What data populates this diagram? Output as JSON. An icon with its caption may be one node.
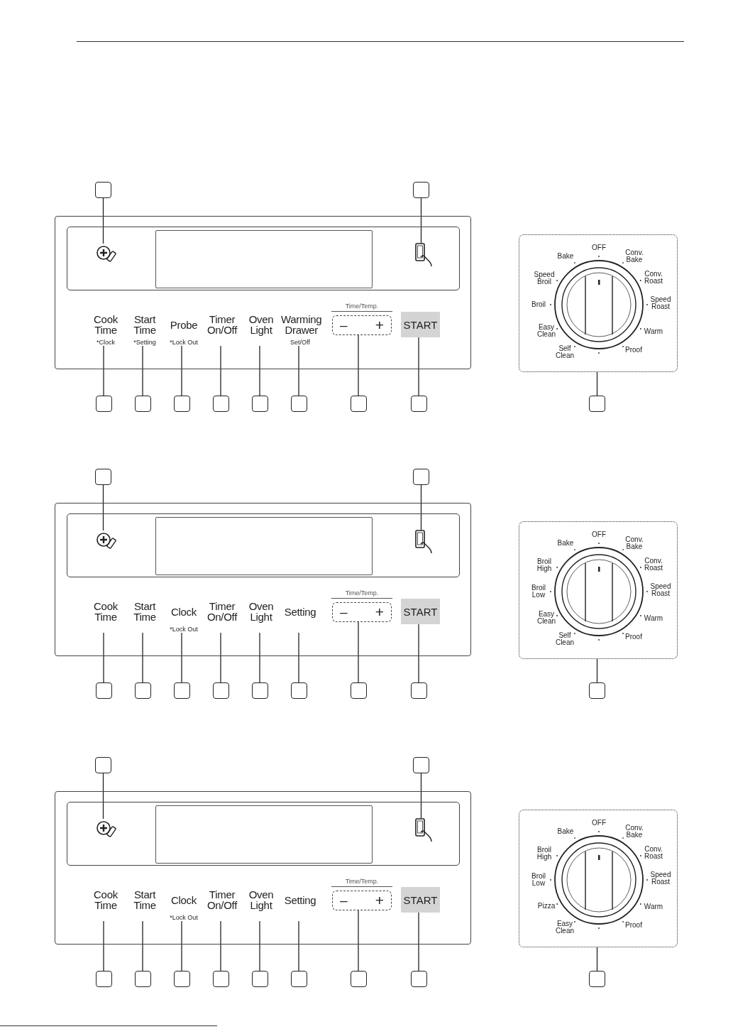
{
  "diagram": {
    "nodes": [
      {
        "text": [],
        "shape": "box"
      },
      {
        "text": [],
        "shape": "box",
        "in": 0
      },
      {
        "text": [],
        "shape": "box",
        "in": 1
      },
      {
        "text": [],
        "shape": "icon",
        "in": 1
      },
      {
        "text": [],
        "shape": "icon",
        "in": 1
      },
      {
        "text": [
          "Cook Time",
          "*Clock"
        ],
        "in": 0
      },
      {
        "text": [
          "Start Time",
          "*Setting"
        ],
        "in": 0
      },
      {
        "text": [
          "Probe",
          "*Lock Out"
        ],
        "in": 0
      },
      {
        "text": [
          "Timer On/Off"
        ],
        "in": 0
      },
      {
        "text": [
          "Oven Light"
        ],
        "in": 0
      },
      {
        "text": [
          "Warming Drawer",
          "Set/Off"
        ],
        "in": 0
      },
      {
        "text": [
          "Time/Temp.",
          "–",
          "+"
        ],
        "in": 0
      },
      {
        "text": [
          "START"
        ],
        "in": 0
      },
      {
        "text": [
          "OFF",
          "Conv. Bake",
          "Conv. Roast",
          "Speed Roast",
          "Warm",
          "Proof",
          "Self Clean",
          "Easy Clean",
          "Broil",
          "Speed Broil",
          "Bake"
        ]
      },
      {
        "text": [],
        "shape": "box"
      },
      {
        "text": [],
        "shape": "box"
      },
      {
        "text": [],
        "shape": "box"
      },
      {
        "text": [],
        "shape": "box"
      },
      {
        "text": [],
        "shape": "box"
      },
      {
        "text": [],
        "shape": "box"
      },
      {
        "text": [],
        "shape": "box"
      },
      {
        "text": [],
        "shape": "box"
      },
      {
        "text": [],
        "shape": "box"
      },
      {
        "text": [],
        "shape": "box"
      },
      {
        "text": [],
        "shape": "box"
      },
      {
        "text": [],
        "shape": "box"
      },
      {
        "text": [],
        "shape": "box",
        "in": 25
      },
      {
        "text": [],
        "shape": "box",
        "in": 26
      },
      {
        "text": [],
        "shape": "icon",
        "in": 26
      },
      {
        "text": [],
        "shape": "icon",
        "in": 26
      },
      {
        "text": [
          "Cook Time"
        ],
        "in": 25
      },
      {
        "text": [
          "Start Time"
        ],
        "in": 25
      },
      {
        "text": [
          "Clock",
          "*Lock Out"
        ],
        "in": 25
      },
      {
        "text": [
          "Timer On/Off"
        ],
        "in": 25
      },
      {
        "text": [
          "Oven Light"
        ],
        "in": 25
      },
      {
        "text": [
          "Setting"
        ],
        "in": 25
      },
      {
        "text": [
          "Time/Temp.",
          "–",
          "+"
        ],
        "in": 25
      },
      {
        "text": [
          "START"
        ],
        "in": 25
      },
      {
        "text": [
          "OFF",
          "Conv. Bake",
          "Conv. Roast",
          "Speed Roast",
          "Warm",
          "Proof",
          "Self Clean",
          "Easy Clean",
          "Broil Low",
          "Broil High",
          "Bake"
        ]
      },
      {
        "text": [],
        "shape": "box"
      },
      {
        "text": [],
        "shape": "box"
      },
      {
        "text": [],
        "shape": "box"
      },
      {
        "text": [],
        "shape": "box"
      },
      {
        "text": [],
        "shape": "box"
      },
      {
        "text": [],
        "shape": "box"
      },
      {
        "text": [],
        "shape": "box"
      },
      {
        "text": [],
        "shape": "box"
      },
      {
        "text": [],
        "shape": "box"
      },
      {
        "text": [],
        "shape": "box"
      },
      {
        "text": [],
        "shape": "box"
      },
      {
        "text": [],
        "shape": "box"
      },
      {
        "text": [],
        "shape": "box",
        "in": 50
      },
      {
        "text": [],
        "shape": "box",
        "in": 51
      },
      {
        "text": [],
        "shape": "icon",
        "in": 51
      },
      {
        "text": [],
        "shape": "icon",
        "in": 51
      },
      {
        "text": [
          "Cook Time"
        ],
        "in": 50
      },
      {
        "text": [
          "Start Time"
        ],
        "in": 50
      },
      {
        "text": [
          "Clock",
          "*Lock Out"
        ],
        "in": 50
      },
      {
        "text": [
          "Timer On/Off"
        ],
        "in": 50
      },
      {
        "text": [
          "Oven Light"
        ],
        "in": 50
      },
      {
        "text": [
          "Setting"
        ],
        "in": 50
      },
      {
        "text": [
          "Time/Temp.",
          "–",
          "+"
        ],
        "in": 50
      },
      {
        "text": [
          "START"
        ],
        "in": 50
      },
      {
        "text": [
          "OFF",
          "Conv. Bake",
          "Conv. Roast",
          "Speed Roast",
          "Warm",
          "Proof",
          "Easy Clean",
          "Pizza",
          "Broil Low",
          "Broil High",
          "Bake"
        ]
      },
      {
        "text": [],
        "shape": "box"
      },
      {
        "text": [],
        "shape": "box"
      },
      {
        "text": [],
        "shape": "box"
      },
      {
        "text": [],
        "shape": "box"
      },
      {
        "text": [],
        "shape": "box"
      },
      {
        "text": [],
        "shape": "box"
      },
      {
        "text": [],
        "shape": "box"
      },
      {
        "text": [],
        "shape": "box"
      },
      {
        "text": [],
        "shape": "box"
      },
      {
        "text": [],
        "shape": "box"
      },
      {
        "text": [],
        "shape": "box"
      }
    ],
    "edges": [
      {
        "from": 14,
        "to": 3,
        "arrow": "none"
      },
      {
        "from": 15,
        "to": 4,
        "arrow": "none"
      },
      {
        "from": 16,
        "to": 5,
        "arrow": "none"
      },
      {
        "from": 17,
        "to": 6,
        "arrow": "none"
      },
      {
        "from": 18,
        "to": 7,
        "arrow": "none"
      },
      {
        "from": 19,
        "to": 8,
        "arrow": "none"
      },
      {
        "from": 20,
        "to": 9,
        "arrow": "none"
      },
      {
        "from": 21,
        "to": 10,
        "arrow": "none"
      },
      {
        "from": 22,
        "to": 11,
        "arrow": "none"
      },
      {
        "from": 23,
        "to": 12,
        "arrow": "none"
      },
      {
        "from": 24,
        "to": 13,
        "arrow": "none"
      },
      {
        "from": 39,
        "to": 28,
        "arrow": "none"
      },
      {
        "from": 40,
        "to": 29,
        "arrow": "none"
      },
      {
        "from": 41,
        "to": 30,
        "arrow": "none"
      },
      {
        "from": 42,
        "to": 31,
        "arrow": "none"
      },
      {
        "from": 43,
        "to": 32,
        "arrow": "none"
      },
      {
        "from": 44,
        "to": 33,
        "arrow": "none"
      },
      {
        "from": 45,
        "to": 34,
        "arrow": "none"
      },
      {
        "from": 46,
        "to": 35,
        "arrow": "none"
      },
      {
        "from": 47,
        "to": 36,
        "arrow": "none"
      },
      {
        "from": 48,
        "to": 37,
        "arrow": "none"
      },
      {
        "from": 49,
        "to": 38,
        "arrow": "none"
      },
      {
        "from": 64,
        "to": 53,
        "arrow": "none"
      },
      {
        "from": 65,
        "to": 54,
        "arrow": "none"
      },
      {
        "from": 66,
        "to": 55,
        "arrow": "none"
      },
      {
        "from": 67,
        "to": 56,
        "arrow": "none"
      },
      {
        "from": 68,
        "to": 57,
        "arrow": "none"
      },
      {
        "from": 69,
        "to": 58,
        "arrow": "none"
      },
      {
        "from": 70,
        "to": 59,
        "arrow": "none"
      },
      {
        "from": 71,
        "to": 60,
        "arrow": "none"
      },
      {
        "from": 72,
        "to": 61,
        "arrow": "none"
      },
      {
        "from": 73,
        "to": 62,
        "arrow": "none"
      },
      {
        "from": 74,
        "to": 63,
        "arrow": "none"
      }
    ]
  }
}
